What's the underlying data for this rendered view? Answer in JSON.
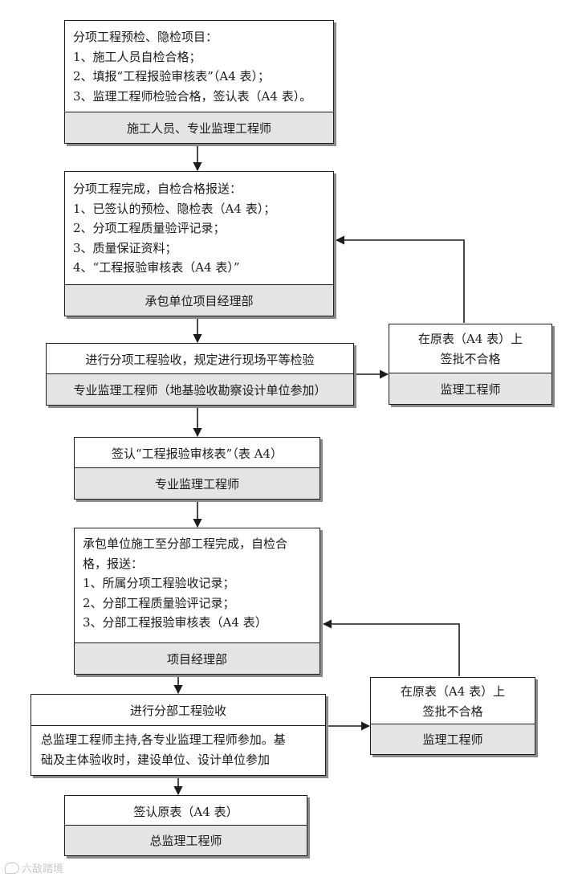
{
  "box1": {
    "lines": [
      "分项工程预检、隐检项目：",
      "1、施工人员自检合格；",
      "2、填报“工程报验审核表”（A4 表）；",
      "3、监理工程师检验合格，签认表（A4 表）。"
    ],
    "footer": "施工人员、专业监理工程师"
  },
  "box2": {
    "lines": [
      "分项工程完成，自检合格报送：",
      "1、已签认的预检、隐检表（A4 表）；",
      "2、分项工程质量验评记录；",
      "3、质量保证资料；",
      "4、“工程报验审核表（A4 表）”"
    ],
    "footer": "承包单位项目经理部"
  },
  "box3": {
    "top": "进行分项工程验收，规定进行现场平等检验",
    "footer": "专业监理工程师（地基验收勘察设计单位参加）"
  },
  "side1": {
    "lines": [
      "在原表（A4 表）上",
      "签批不合格"
    ],
    "footer": "监理工程师"
  },
  "box4": {
    "top": "签认“工程报验审核表”（表 A4）",
    "footer": "专业监理工程师"
  },
  "box5": {
    "lines": [
      "承包单位施工至分部工程完成，自检合",
      "格，报送：",
      "1、所属分项工程验收记录；",
      "2、分部工程质量验评记录；",
      "3、分部工程报验审核表（A4 表）"
    ],
    "footer": "项目经理部"
  },
  "box6": {
    "top": "进行分部工程验收",
    "bottom_lines": [
      "总监理工程师主持,各专业监理工程师参加。基",
      "础及主体验收时，建设单位、设计单位参加"
    ]
  },
  "side2": {
    "lines": [
      "在原表（A4 表）上",
      "签批不合格"
    ],
    "footer": "监理工程师"
  },
  "box7": {
    "top": "签认原表（A4 表）",
    "footer": "总监理工程师"
  },
  "watermark": "六敌踏境",
  "colors": {
    "border": "#1c1c1c",
    "footer_fill": "#e4e4e4",
    "shadow": "#8a8a8a"
  }
}
